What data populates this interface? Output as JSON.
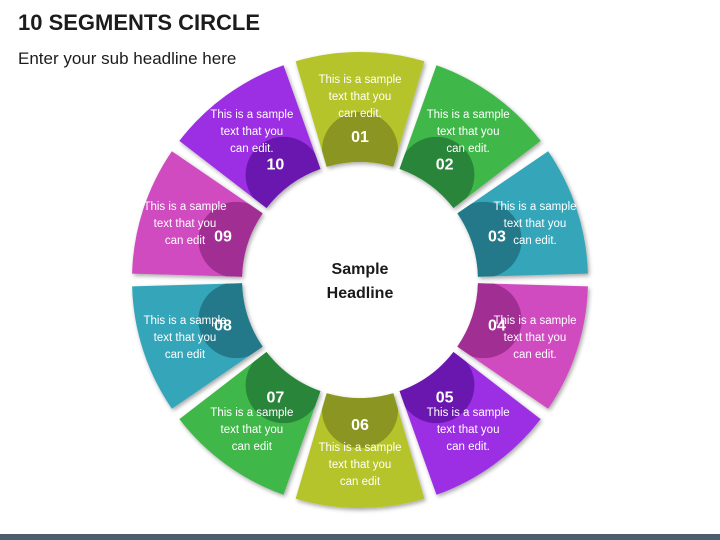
{
  "header": {
    "title": "10 SEGMENTS CIRCLE",
    "subtitle": "Enter your sub headline here"
  },
  "center": {
    "line1": "Sample",
    "line2": "Headline"
  },
  "segments": [
    {
      "number": "01",
      "lines": [
        "This is a sample",
        "text that you",
        "can edit."
      ],
      "color": "#b5c42a",
      "dark": "#8a9621"
    },
    {
      "number": "02",
      "lines": [
        "This is a sample",
        "text that you",
        "can edit."
      ],
      "color": "#3fb84a",
      "dark": "#28853a"
    },
    {
      "number": "03",
      "lines": [
        "This is a sample",
        "text that you",
        "can edit."
      ],
      "color": "#35a6ba",
      "dark": "#23798a"
    },
    {
      "number": "04",
      "lines": [
        "This is a sample",
        "text that you",
        "can edit."
      ],
      "color": "#cf4bbf",
      "dark": "#a12e93"
    },
    {
      "number": "05",
      "lines": [
        "This is a sample",
        "text that you",
        "can edit."
      ],
      "color": "#9c2fe3",
      "dark": "#6a17b0"
    },
    {
      "number": "06",
      "lines": [
        "This is a sample",
        "text that you",
        "can edit"
      ],
      "color": "#b5c42a",
      "dark": "#8a9621"
    },
    {
      "number": "07",
      "lines": [
        "This is a sample",
        "text that you",
        "can edit"
      ],
      "color": "#3fb84a",
      "dark": "#28853a"
    },
    {
      "number": "08",
      "lines": [
        "This is a sample",
        "text that you",
        "can edit"
      ],
      "color": "#35a6ba",
      "dark": "#23798a"
    },
    {
      "number": "09",
      "lines": [
        "This is a sample",
        "text that you",
        "can edit"
      ],
      "color": "#cf4bbf",
      "dark": "#a12e93"
    },
    {
      "number": "10",
      "lines": [
        "This is a sample",
        "text that you",
        "can edit."
      ],
      "color": "#9c2fe3",
      "dark": "#6a17b0"
    }
  ]
}
